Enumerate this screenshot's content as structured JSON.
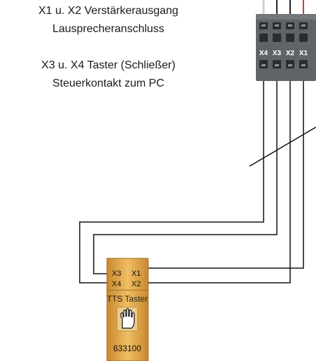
{
  "notes": {
    "line1": "X1 u. X2 Verstärkerausgang",
    "line2": "Lausprecheranschluss",
    "line3": "X3 u. X4 Taster (Schließer)",
    "line4": "Steuerkontakt zum PC"
  },
  "terminal_block": {
    "labels": [
      "X4",
      "X3",
      "X2",
      "X1"
    ],
    "body_color": "#5f6468",
    "wire_colors": [
      "#cfcfcf",
      "#222222",
      "#222222",
      "#d33a2c"
    ]
  },
  "button_module": {
    "pin_left": [
      "X3",
      "X4"
    ],
    "pin_right": [
      "X1",
      "X2"
    ],
    "name": "TTS Taster",
    "part_number": "633100",
    "icon": "hand-icon",
    "color": "#e3a84a"
  }
}
